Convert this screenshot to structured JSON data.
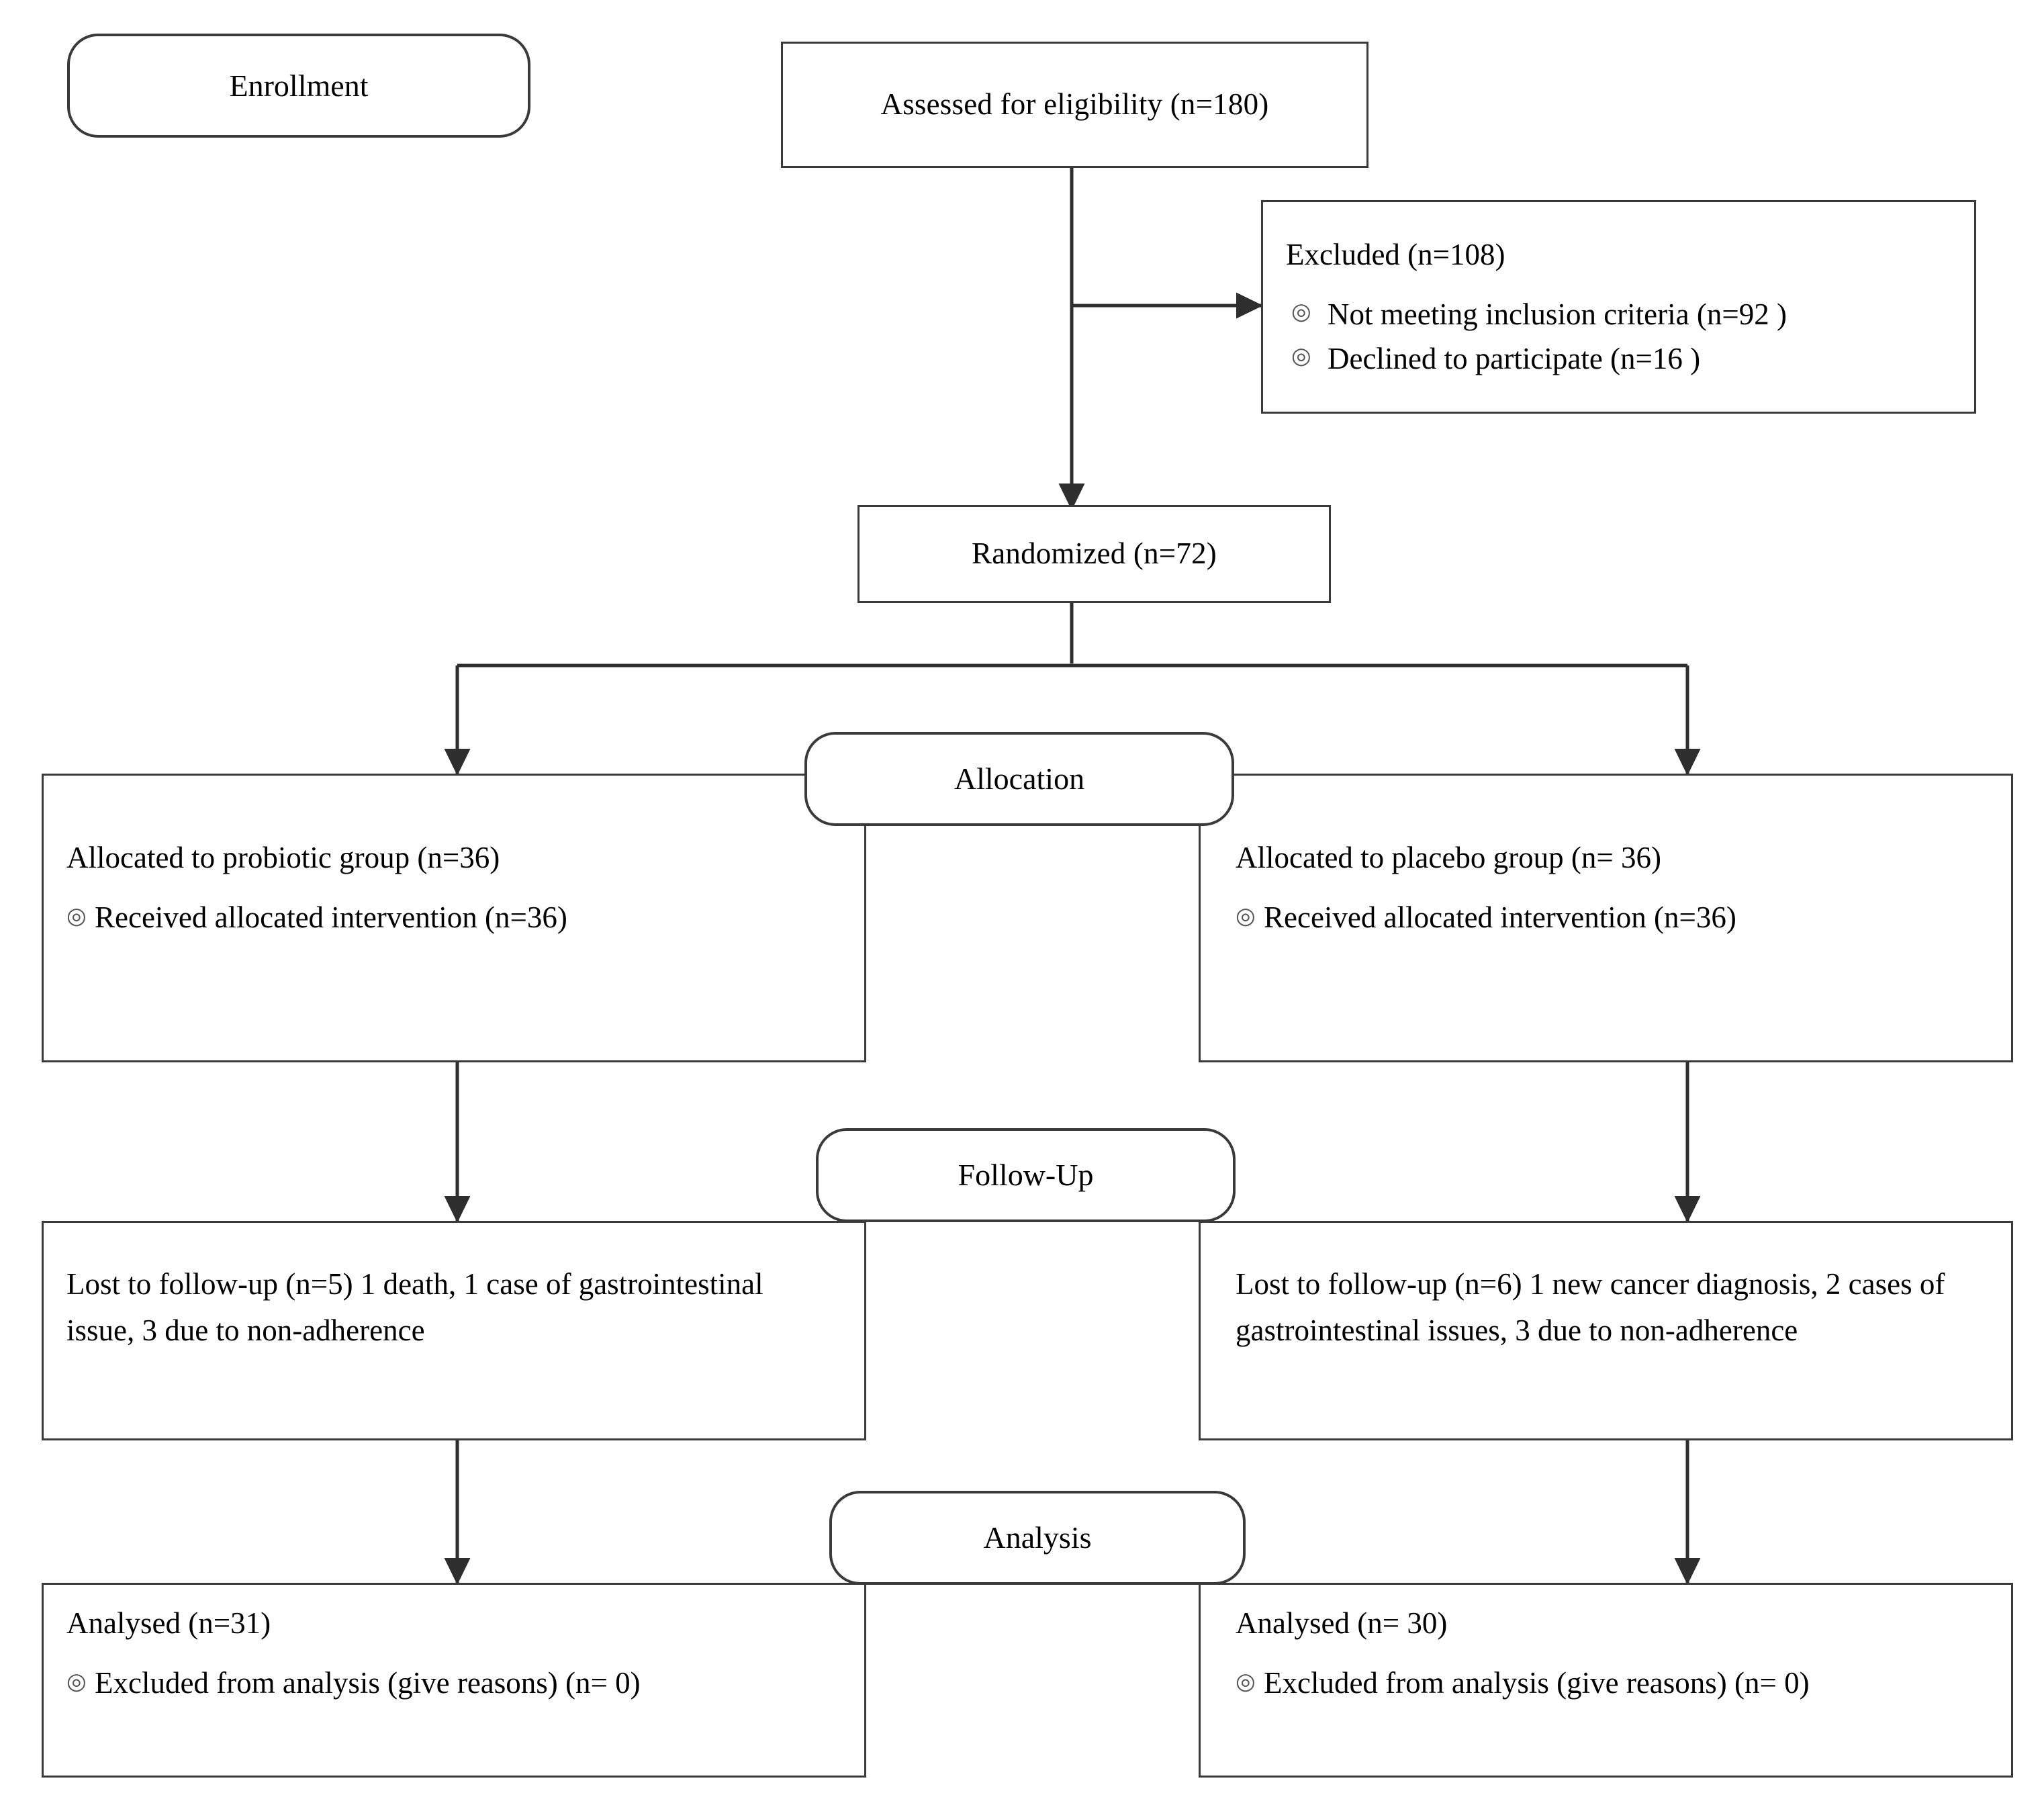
{
  "diagram": {
    "type": "consort-flow-diagram",
    "bullet_glyph": "◎",
    "line_color": "#3a3a3a",
    "text_color": "#000000",
    "background": "#ffffff"
  },
  "stages": {
    "enrollment": "Enrollment",
    "allocation": "Allocation",
    "followup": "Follow-Up",
    "analysis": "Analysis"
  },
  "enrollment": {
    "assessed": "Assessed for eligibility (n=180)",
    "excluded_title": "Excluded (n=108)",
    "excluded_reasons": [
      "Not meeting inclusion criteria (n=92  )",
      "Declined to participate (n=16  )"
    ],
    "randomized": "Randomized (n=72)"
  },
  "allocation": {
    "left": {
      "title": "Allocated to probiotic group (n=36)",
      "items": [
        "Received allocated intervention (n=36)"
      ]
    },
    "right": {
      "title": "Allocated to placebo group (n= 36)",
      "items": [
        "Received allocated intervention (n=36)"
      ]
    }
  },
  "followup": {
    "left": {
      "text": "Lost to follow-up (n=5) 1 death, 1 case of gastrointestinal issue, 3 due to non-adherence"
    },
    "right": {
      "text": "Lost to follow-up (n=6) 1 new cancer diagnosis, 2 cases of gastrointestinal issues, 3 due to non-adherence"
    }
  },
  "analysis": {
    "left": {
      "title": "Analysed (n=31)",
      "items": [
        "Excluded from analysis (give reasons) (n= 0)"
      ]
    },
    "right": {
      "title": "Analysed (n= 30)",
      "items": [
        "Excluded from analysis (give reasons) (n= 0)"
      ]
    }
  }
}
